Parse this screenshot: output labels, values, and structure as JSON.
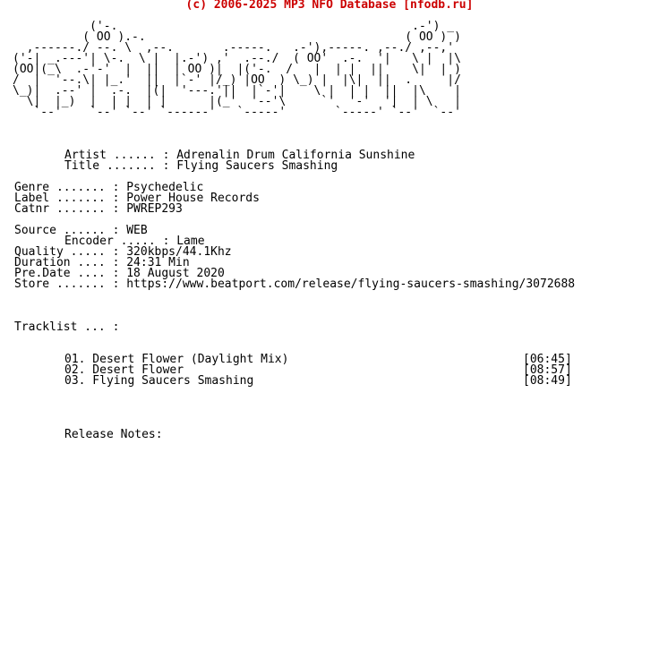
{
  "header": "(c) 2006-2025 MP3 NFO Database [nfodb.ru]",
  "logo_art": "           ('-.                                          .-') _\n          ( OO ).-.                                     ( OO ) )\n  ,------./ --. \\  ,--.       .-----.   .-'),-----. ,--./ ,--,'\n('-| _.---'| \\-.  \\ |  |.-') ,'  .--./  ( OO'  .-.  '|   \\ |  |\\\n(OO|(_\\  .-'-'  |  ||  | OO )|  |('-.  /   |  | |  ||    \\|  | )\n/  |  '--.\\| |_.'  ||  |`-' |/_) |OO  ) \\_) |  |\\|  ||  .     |/\n\\_)|  .--' |  .-.  |(|  '---.'||  |`-'|    \\ |  | |  ||  |\\    |\n  \\|  |_)  |  | |  | |      |(_'  '--'\\     `'  '-'  '|  | \\   |\n   `--'    `--' `--' `------'   `-----'       `-----' `--'  `--'",
  "artist_line": "Artist ...... : Adrenalin Drum California Sunshine",
  "title_line": "Title ....... : Flying Saucers Smashing",
  "genre_line": "Genre ....... : Psychedelic",
  "label_line": "Label ....... : Power House Records",
  "catnr_line": "Catnr ....... : PWREP293",
  "source_line": "Source ...... : WEB",
  "encoder_line": "Encoder ..... : Lame",
  "quality_line": "Quality ..... : 320kbps/44.1Khz",
  "duration_line": "Duration .... : 24:31 Min",
  "predate_line": "Pre.Date .... : 18 August 2020",
  "store_line": "Store ....... : https://www.beatport.com/release/flying-saucers-smashing/3072688",
  "tracklist_heading": "Tracklist ... :",
  "tracks": [
    {
      "title": "01. Desert Flower (Daylight Mix)",
      "length": "[06:45]"
    },
    {
      "title": "02. Desert Flower",
      "length": "[08:57]"
    },
    {
      "title": "03. Flying Saucers Smashing",
      "length": "[08:49]"
    }
  ],
  "release_notes_heading": "Release Notes:"
}
